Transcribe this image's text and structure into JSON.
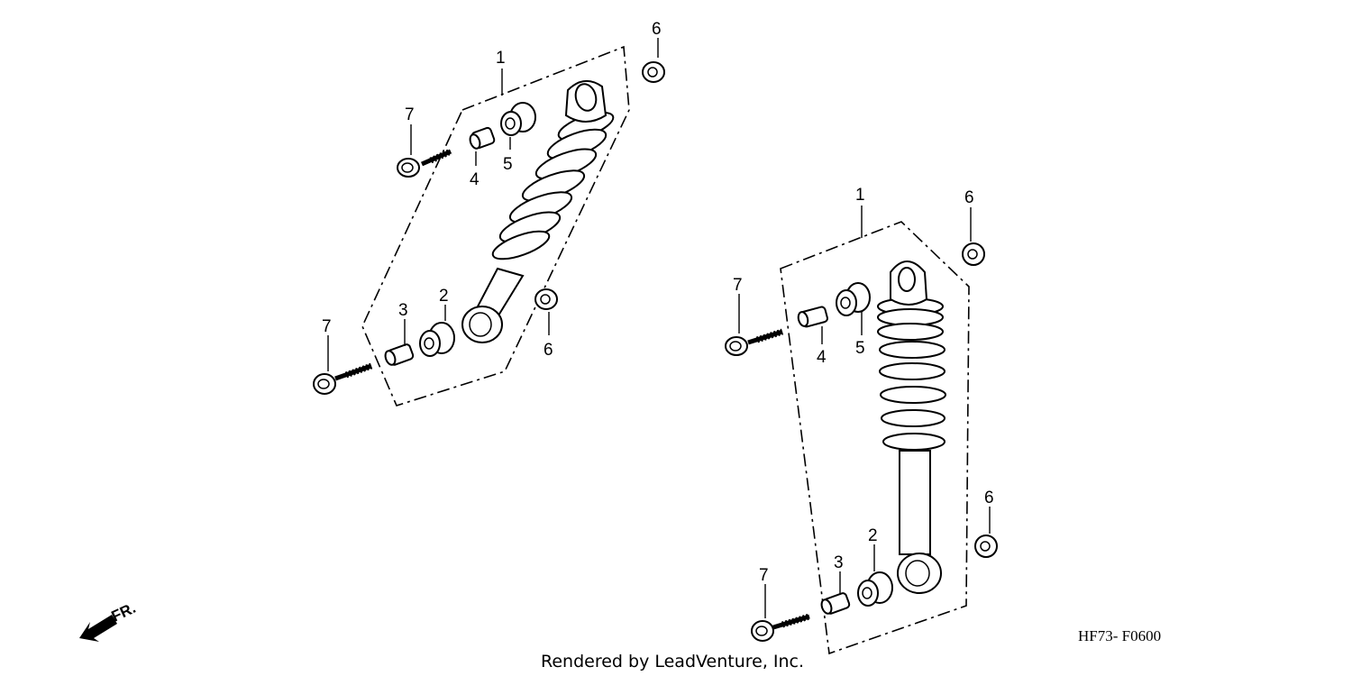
{
  "callouts": {
    "shock_absorber": "1",
    "collar_a": "2",
    "collar_b": "3",
    "collar_c": "4",
    "collar_d": "5",
    "flange_nut": "6",
    "flange_bolt": "7"
  },
  "direction": {
    "label": "FR.",
    "icon": "front-direction-arrow-icon"
  },
  "diagram_code": "HF73- F0600",
  "credit": "Rendered by LeadVenture, Inc."
}
